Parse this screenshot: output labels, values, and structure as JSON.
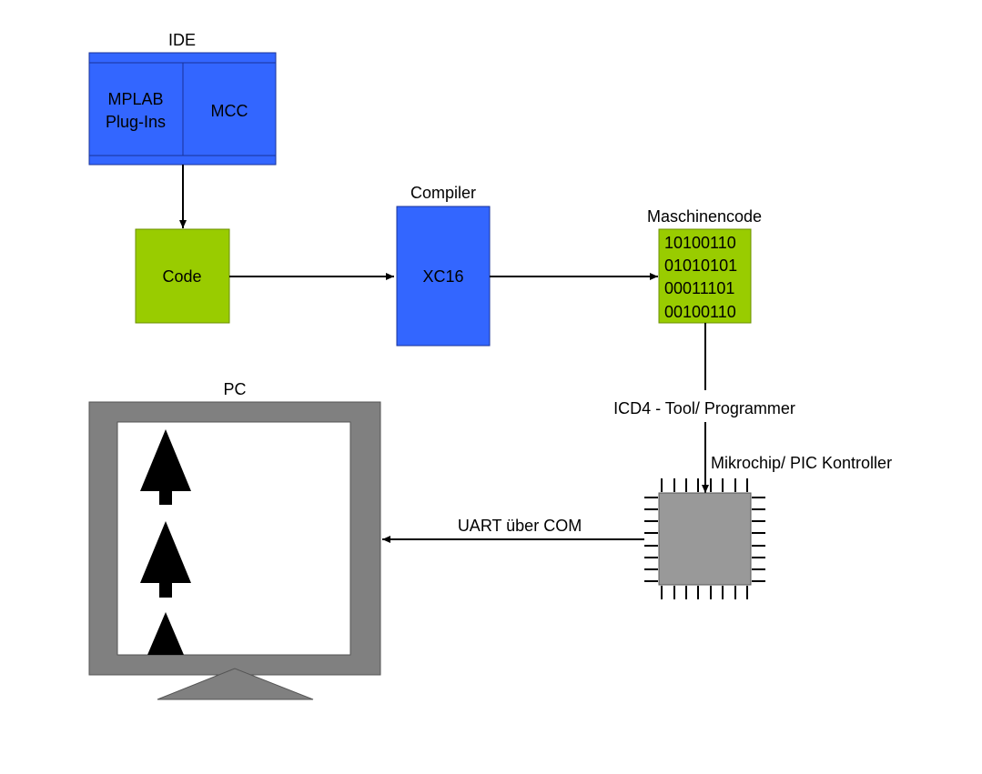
{
  "ide": {
    "title": "IDE",
    "left_line1": "MPLAB",
    "left_line2": "Plug-Ins",
    "right": "MCC"
  },
  "code": {
    "label": "Code"
  },
  "compiler": {
    "title": "Compiler",
    "label": "XC16"
  },
  "machine_code": {
    "title": "Maschinencode",
    "lines": [
      "10100110",
      "01010101",
      "00011101",
      "00100110"
    ]
  },
  "programmer": {
    "label": "ICD4 - Tool/ Programmer"
  },
  "chip": {
    "label": "Mikrochip/ PIC Kontroller"
  },
  "uart": {
    "label": "UART über COM"
  },
  "pc": {
    "title": "PC"
  },
  "colors": {
    "blue": "#3366ff",
    "green": "#99cc00",
    "gray_dark": "#808080",
    "gray_chip": "#999999"
  }
}
